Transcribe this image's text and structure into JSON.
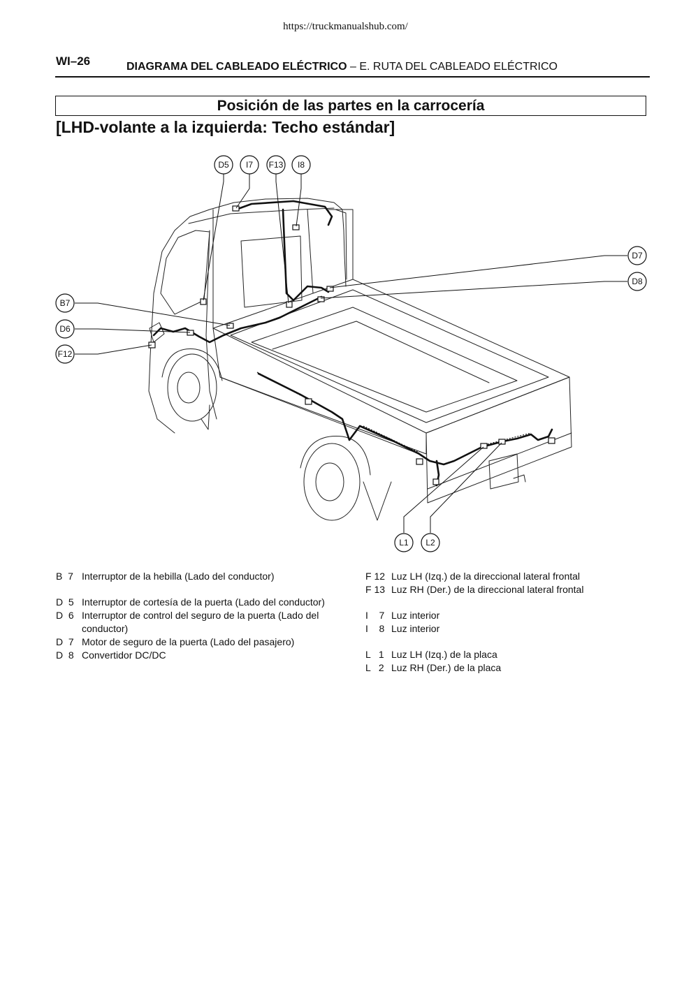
{
  "header": {
    "url": "https://truckmanualshub.com/",
    "page_code": "WI–26",
    "title_bold": "DIAGRAMA DEL CABLEADO ELÉCTRICO",
    "title_rest": " – E. RUTA DEL CABLEADO ELÉCTRICO"
  },
  "section": {
    "title": "Posición de las partes en la carrocería",
    "subtitle": "[LHD-volante a la izquierda: Techo estándar]"
  },
  "callouts": {
    "d5": "D5",
    "i7": "I7",
    "f13": "F13",
    "i8": "I8",
    "d7": "D7",
    "d8": "D8",
    "b7": "B7",
    "d6": "D6",
    "f12": "F12",
    "l1": "L1",
    "l2": "L2"
  },
  "legend_left": [
    {
      "code": "B  7",
      "desc": "Interruptor de la hebilla (Lado del conductor)"
    },
    {
      "code": "D  5",
      "desc": "Interruptor de cortesía de la puerta (Lado del conductor)"
    },
    {
      "code": "D  6",
      "desc": "Interruptor de control del seguro de la puerta (Lado del conductor)"
    },
    {
      "code": "D  7",
      "desc": "Motor de seguro de la puerta (Lado del pasajero)"
    },
    {
      "code": "D  8",
      "desc": "Convertidor DC/DC"
    }
  ],
  "legend_right": [
    {
      "code": "F 12",
      "desc": "Luz LH (Izq.) de la direccional lateral frontal"
    },
    {
      "code": "F 13",
      "desc": "Luz RH (Der.) de la direccional lateral frontal"
    },
    {
      "code": "I    7",
      "desc": "Luz interior"
    },
    {
      "code": "I    8",
      "desc": "Luz interior"
    },
    {
      "code": "L   1",
      "desc": "Luz LH (Izq.) de la placa"
    },
    {
      "code": "L   2",
      "desc": "Luz RH (Der.) de la placa"
    }
  ]
}
